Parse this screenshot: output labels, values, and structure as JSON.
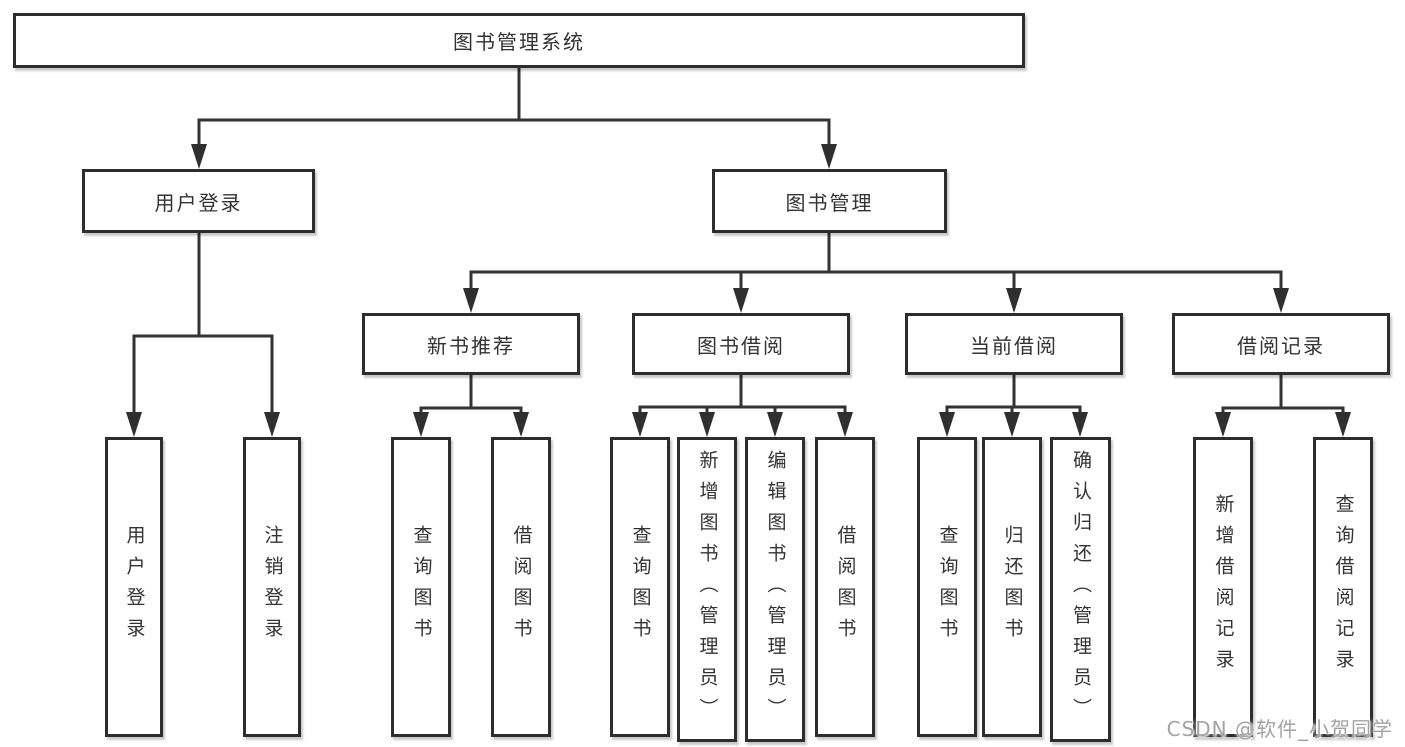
{
  "diagram_type": "hierarchy-tree",
  "watermark": {
    "text": "CSDN @软件_小贺同学"
  },
  "colors": {
    "background": "#ffffff",
    "line": "#333333",
    "box_border": "#2d2d2d",
    "box_fill": "#ffffff",
    "text": "#333333",
    "watermark_text": "#a3a3a3"
  },
  "tree": {
    "label": "图书管理系统",
    "children": [
      {
        "label": "用户登录",
        "children": [
          {
            "label": "用户登录"
          },
          {
            "label": "注销登录"
          }
        ]
      },
      {
        "label": "图书管理",
        "children": [
          {
            "label": "新书推荐",
            "children": [
              {
                "label": "查询图书"
              },
              {
                "label": "借阅图书"
              }
            ]
          },
          {
            "label": "图书借阅",
            "children": [
              {
                "label": "查询图书"
              },
              {
                "label": "新增图书（管理员）"
              },
              {
                "label": "编辑图书（管理员）"
              },
              {
                "label": "借阅图书"
              }
            ]
          },
          {
            "label": "当前借阅",
            "children": [
              {
                "label": "查询图书"
              },
              {
                "label": "归还图书"
              },
              {
                "label": "确认归还（管理员）"
              }
            ]
          },
          {
            "label": "借阅记录",
            "children": [
              {
                "label": "新增借阅记录"
              },
              {
                "label": "查询借阅记录"
              }
            ]
          }
        ]
      }
    ]
  }
}
